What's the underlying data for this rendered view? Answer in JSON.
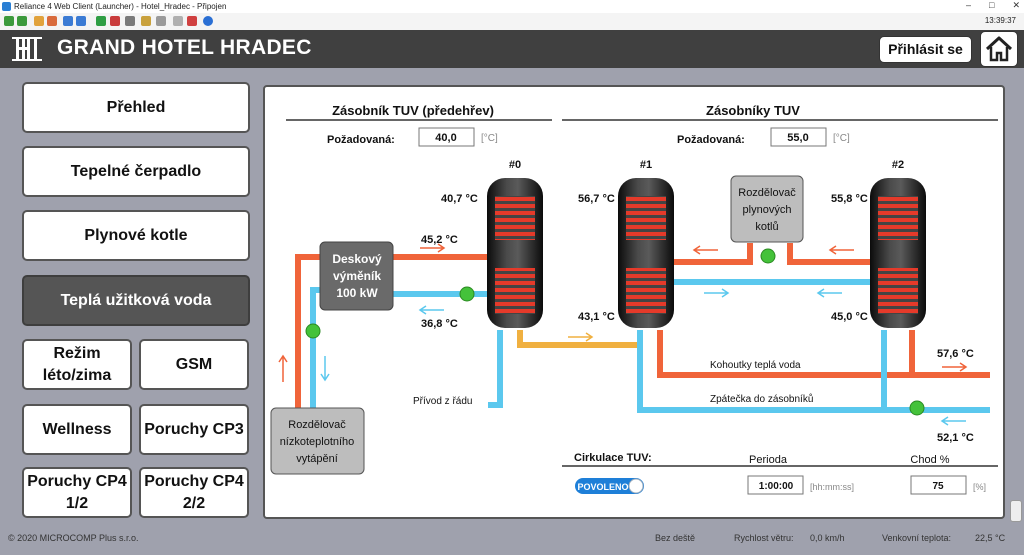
{
  "window": {
    "title": "Reliance 4 Web Client (Launcher) - Hotel_Hradec - Připojen",
    "clock": "13:39:37",
    "min_glyph": "–",
    "max_glyph": "□",
    "close_glyph": "✕"
  },
  "header": {
    "logo_text": "H",
    "title": "GRAND HOTEL HRADEC",
    "login": "Přihlásit se"
  },
  "nav": {
    "prehled": "Přehled",
    "tepelne": "Tepelné čerpadlo",
    "kotle": "Plynové kotle",
    "tuv": "Teplá užitková voda",
    "rezim1": "Režim",
    "rezim2": "léto/zima",
    "gsm": "GSM",
    "wellness": "Wellness",
    "cp3": "Poruchy CP3",
    "cp4a1": "Poruchy CP4",
    "cp4a2": "1/2",
    "cp4b1": "Poruchy CP4",
    "cp4b2": "2/2"
  },
  "diagram": {
    "left_title": "Zásobník TUV (předehřev)",
    "right_title": "Zásobníky TUV",
    "req_label": "Požadovaná:",
    "left_setpoint": "40,0",
    "right_setpoint": "55,0",
    "unit": "[°C]",
    "tanks": {
      "t0": "#0",
      "t1": "#1",
      "t2": "#2"
    },
    "temps": {
      "t0_top": "40,7 °C",
      "t1_top": "56,7 °C",
      "t2_top": "55,8 °C",
      "hx_out": "45,2 °C",
      "hx_in": "36,8 °C",
      "t1_bottom": "43,1 °C",
      "t2_bottom": "45,0 °C",
      "hot_out": "57,6 °C",
      "return_in": "52,1 °C"
    },
    "hx": {
      "l1": "Deskový",
      "l2": "výměník",
      "l3": "100 kW"
    },
    "gas_dist": {
      "l1": "Rozdělovač",
      "l2": "plynových",
      "l3": "kotlů"
    },
    "low_dist": {
      "l1": "Rozdělovač",
      "l2": "nízkoteplotního",
      "l3": "vytápění"
    },
    "supply": "Přívod z řádu",
    "hot_tap": "Kohoutky teplá voda",
    "return_line": "Zpátečka do zásobníků",
    "circ_title": "Cirkulace TUV:",
    "period_label": "Perioda",
    "run_label": "Chod %",
    "toggle": "POVOLENO",
    "period_value": "1:00:00",
    "period_unit": "[hh:mm:ss]",
    "run_value": "75",
    "run_unit": "[%]"
  },
  "footer": {
    "copyright": "© 2020 MICROCOMP Plus s.r.o.",
    "weather": "Bez deště",
    "wind_label": "Rychlost větru:",
    "wind_value": "0,0 km/h",
    "outside_label": "Venkovní teplota:",
    "outside_value": "22,5 °C"
  },
  "colors": {
    "hot": "#f0643a",
    "cold": "#5bc8ee",
    "preheat": "#f0b040",
    "header": "#404040",
    "active_nav": "#555555"
  }
}
